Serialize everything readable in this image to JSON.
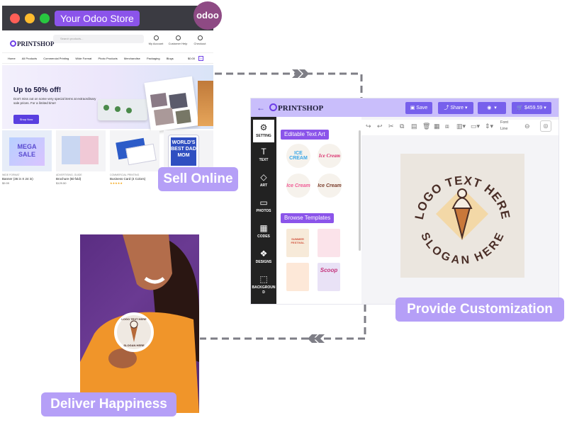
{
  "store": {
    "window_title": "Your Odoo Store",
    "odoo_logo": "odoo",
    "window_controls": [
      "close",
      "minimize",
      "maximize"
    ],
    "brand": "PRINTSHOP",
    "search_placeholder": "Search products...",
    "header_icons": [
      {
        "label": "My Account",
        "icon": "user-icon"
      },
      {
        "label": "Customer Help",
        "icon": "help-icon"
      },
      {
        "label": "Checkout",
        "icon": "cart-icon"
      }
    ],
    "cart_total": "$0.00",
    "cart_count": "0",
    "nav": [
      "Home",
      "All Products",
      "Commercial Printing",
      "Wide Format",
      "Photo Products",
      "Merchandise",
      "Packaging",
      "Blogs"
    ],
    "hero": {
      "headline": "Up to 50% off!",
      "text": "Don't miss out on some very special items at extraordinary sale prices. For a limited time!",
      "button": "Shop Now"
    },
    "products": [
      {
        "image_text": "MEGA SALE",
        "category": "WIDE FORMAT",
        "name": "Banner (36 in X 24 in)",
        "price": "$9.99"
      },
      {
        "image_text": "",
        "category": "ADVERTISING, GUIDE",
        "name": "Brochure (Bi-fold)",
        "price": "$129.50"
      },
      {
        "image_text": "",
        "category": "COMMERCIAL PRINTING",
        "name": "Business Card (4 Colors)",
        "price": "★★★★★"
      },
      {
        "image_text": "WORLD'S BEST DAD MOM",
        "category": "",
        "name": "",
        "price": ""
      }
    ]
  },
  "editor": {
    "brand": "PRINTSHOP",
    "buttons": {
      "save": "Save",
      "share": "Share",
      "price": "$459.59"
    },
    "sidebar": [
      {
        "label": "SETTING",
        "icon": "gear-icon"
      },
      {
        "label": "TEXT",
        "icon": "text-icon"
      },
      {
        "label": "ART",
        "icon": "shapes-icon"
      },
      {
        "label": "PHOTOS",
        "icon": "image-icon"
      },
      {
        "label": "CODES",
        "icon": "qr-icon"
      },
      {
        "label": "DESIGNS",
        "icon": "layers-icon"
      },
      {
        "label": "BACKGROUND",
        "icon": "background-icon"
      }
    ],
    "panel": {
      "text_art_title": "Editable Text Art",
      "text_art": [
        "ICE CREAM",
        "Ice Cream",
        "Ice Cream",
        "Ice Cream"
      ],
      "templates_title": "Browse Templates",
      "templates": [
        "SUMMER FESTIVAL",
        "",
        "",
        "Scoop"
      ]
    },
    "toolbar": {
      "font_line": "Font Line"
    },
    "design": {
      "top_text": "LOGO TEXT HERE",
      "bottom_text": "SLOGAN HERE"
    }
  },
  "photo": {
    "badge_top": "LOGO TEXT HERE",
    "badge_bottom": "SLOGAN HERE"
  },
  "labels": {
    "sell": "Sell Online",
    "customize": "Provide Customization",
    "deliver": "Deliver Happiness"
  },
  "colors": {
    "accent": "#8b54ea",
    "label_bg": "#b59ff7",
    "editor_header": "#c9befb",
    "editor_button": "#7760ec",
    "dark_sidebar": "#222222",
    "odoo": "#8e4a84"
  }
}
